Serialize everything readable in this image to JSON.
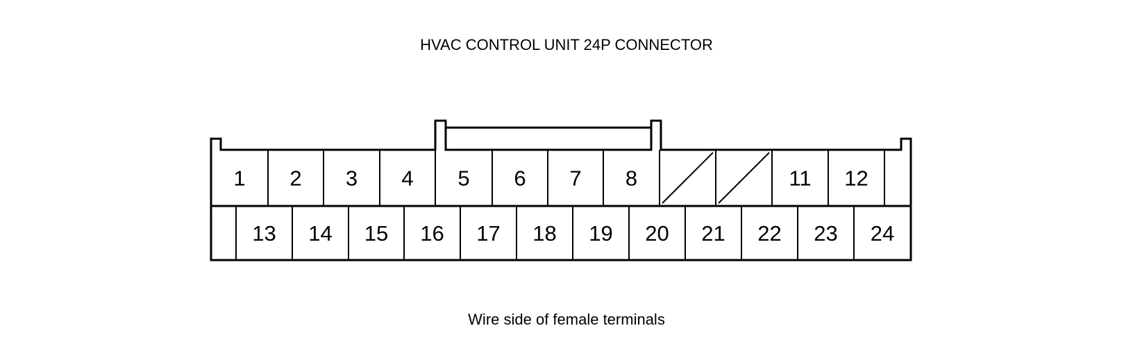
{
  "title": "HVAC CONTROL UNIT 24P CONNECTOR",
  "caption": "Wire side of female terminals",
  "colors": {
    "line": "#000000",
    "background": "#ffffff"
  },
  "connector": {
    "top_row": [
      {
        "label": "1",
        "empty": false
      },
      {
        "label": "2",
        "empty": false
      },
      {
        "label": "3",
        "empty": false
      },
      {
        "label": "4",
        "empty": false
      },
      {
        "label": "5",
        "empty": false
      },
      {
        "label": "6",
        "empty": false
      },
      {
        "label": "7",
        "empty": false
      },
      {
        "label": "8",
        "empty": false
      },
      {
        "label": "",
        "empty": true
      },
      {
        "label": "",
        "empty": true
      },
      {
        "label": "11",
        "empty": false
      },
      {
        "label": "12",
        "empty": false
      }
    ],
    "bottom_row": [
      {
        "label": "13",
        "empty": false
      },
      {
        "label": "14",
        "empty": false
      },
      {
        "label": "15",
        "empty": false
      },
      {
        "label": "16",
        "empty": false
      },
      {
        "label": "17",
        "empty": false
      },
      {
        "label": "18",
        "empty": false
      },
      {
        "label": "19",
        "empty": false
      },
      {
        "label": "20",
        "empty": false
      },
      {
        "label": "21",
        "empty": false
      },
      {
        "label": "22",
        "empty": false
      },
      {
        "label": "23",
        "empty": false
      },
      {
        "label": "24",
        "empty": false
      }
    ]
  }
}
